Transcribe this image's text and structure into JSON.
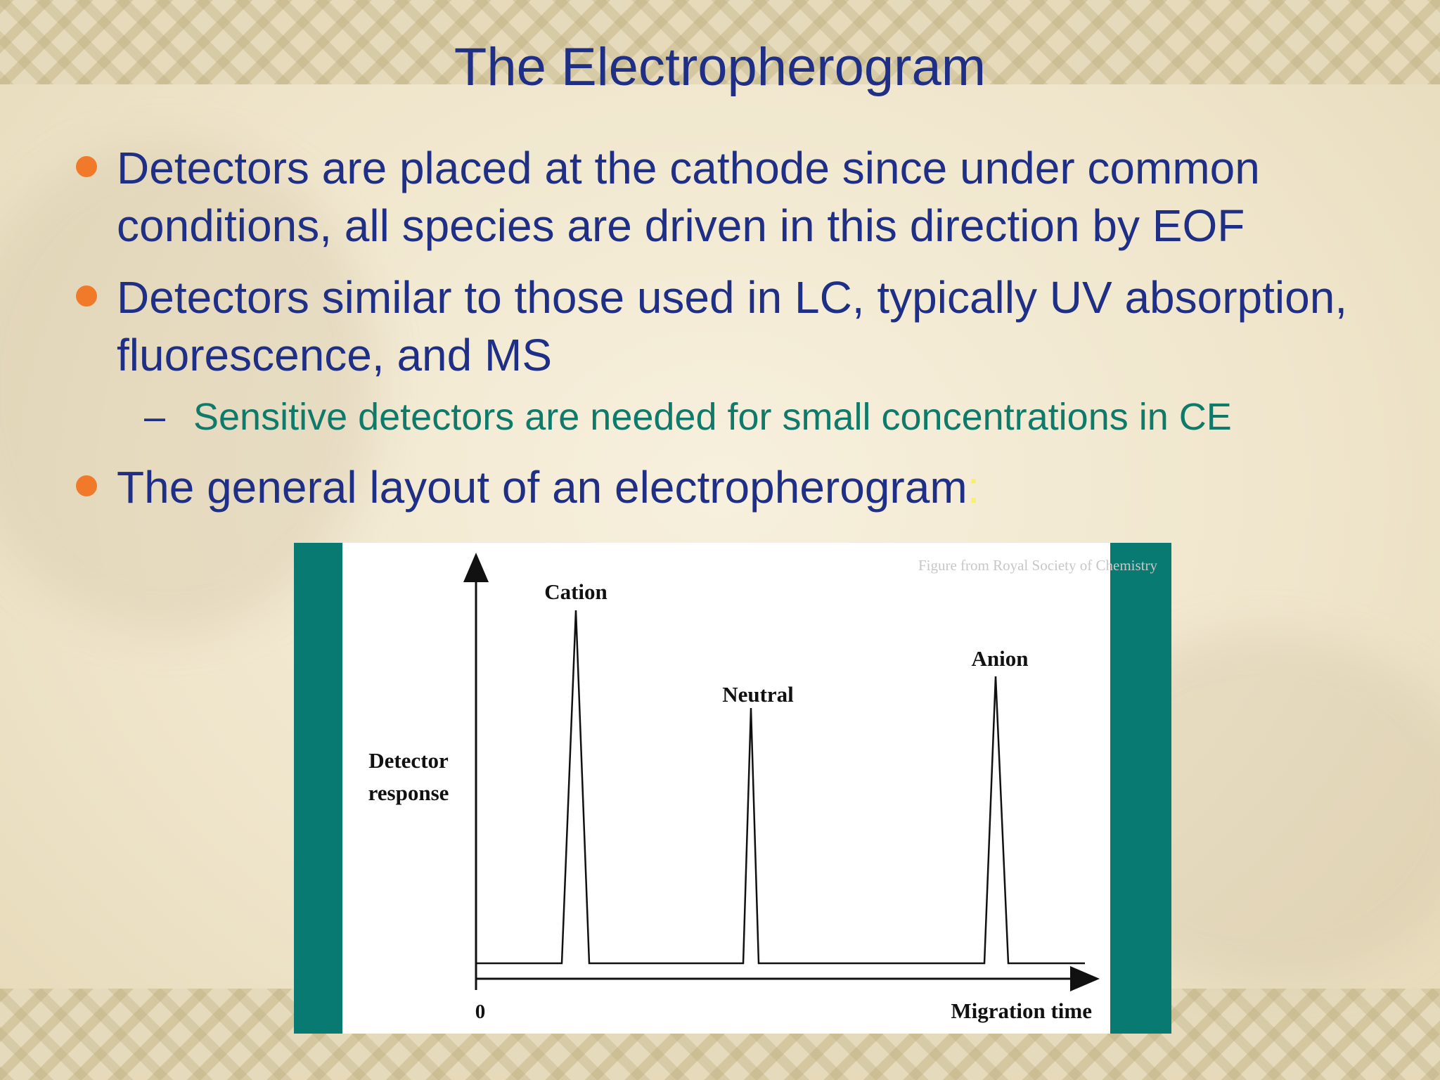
{
  "slide": {
    "title": "The Electropherogram",
    "bullets": [
      {
        "text": "Detectors are placed at the cathode since under common conditions, all species are driven in this direction by EOF"
      },
      {
        "text": "Detectors similar to those used in LC, typically UV absorption, fluorescence, and MS"
      },
      {
        "text": "The general layout of an electropherogram",
        "trail": ":"
      }
    ],
    "sub_bullet": {
      "dash": "–",
      "text": "Sensitive detectors are needed for small concentrations in CE"
    },
    "colors": {
      "title": "#1f2f86",
      "bullet_dot": "#f07a2a",
      "sub_text": "#0f7a6a",
      "figure_border": "#087a72"
    }
  },
  "figure": {
    "credit": "Figure from Royal Society of Chemistry",
    "y_axis_label_line1": "Detector",
    "y_axis_label_line2": "response",
    "x_axis_label": "Migration time",
    "origin_label": "0",
    "peaks": [
      {
        "label": "Cation"
      },
      {
        "label": "Neutral"
      },
      {
        "label": "Anion"
      }
    ]
  }
}
